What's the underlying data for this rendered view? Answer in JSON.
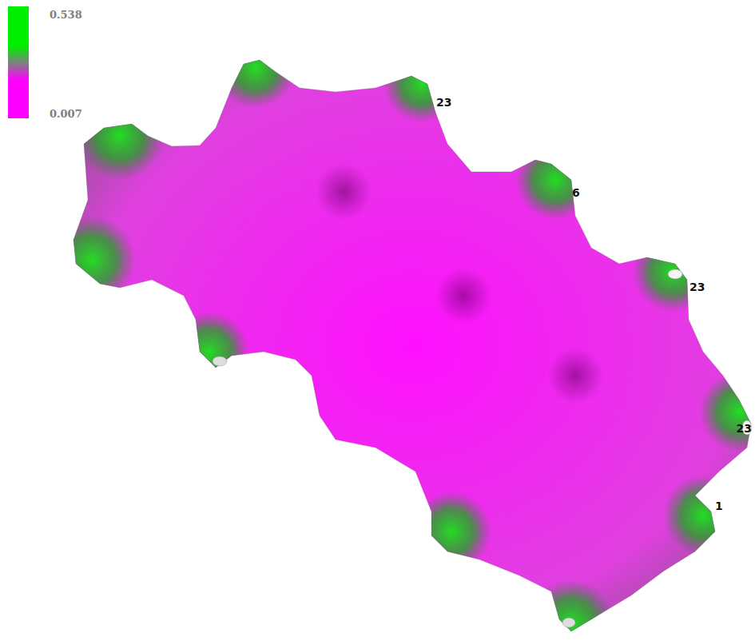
{
  "diagram": {
    "labels": [
      "23",
      "6",
      "23",
      "23",
      "1"
    ],
    "legend": [
      {
        "text": "0.538",
        "color": "#00ee00"
      },
      {
        "text": "0.007",
        "color": "#ff00ff"
      }
    ]
  }
}
